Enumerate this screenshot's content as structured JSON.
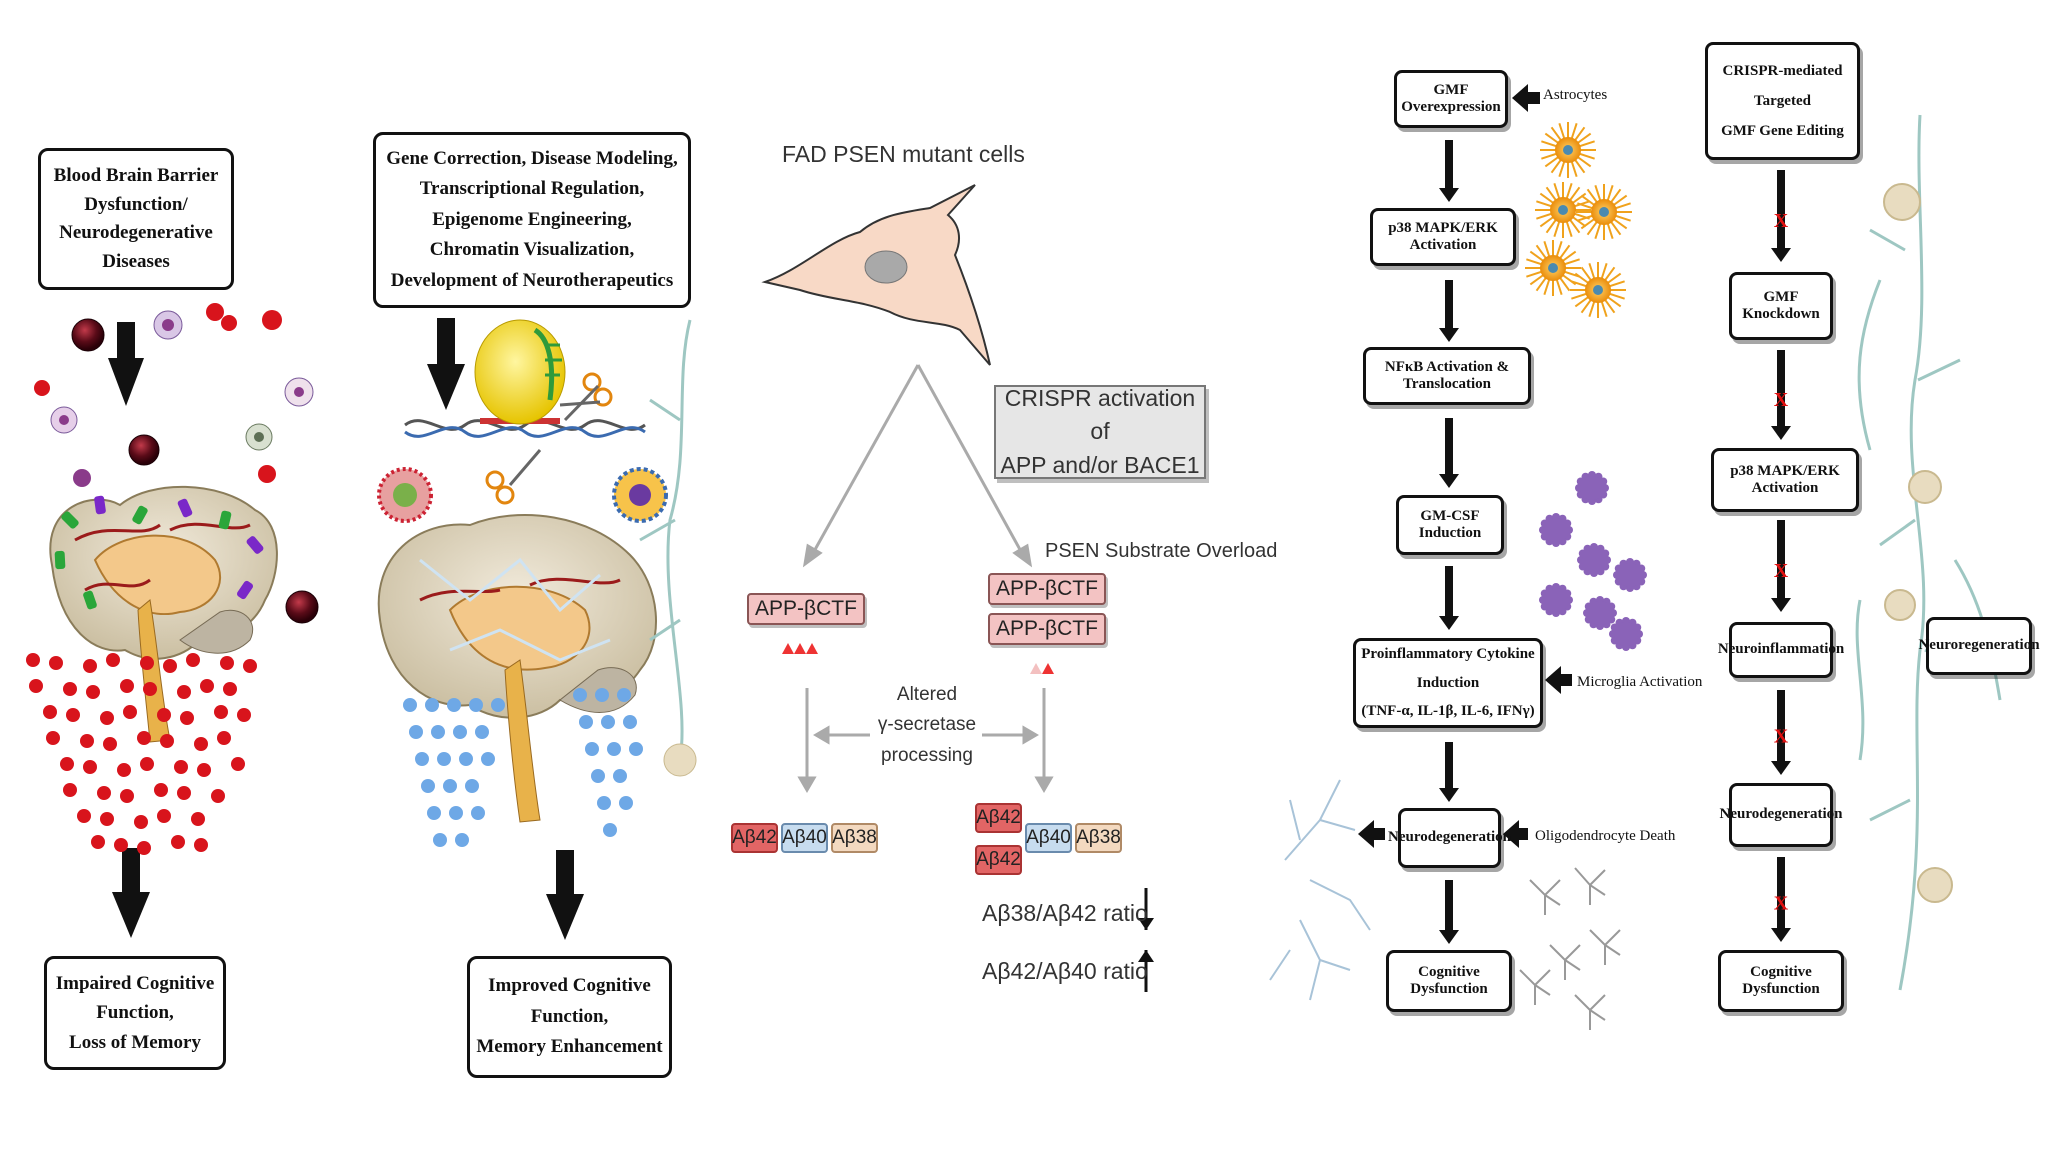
{
  "panel1": {
    "top_box": "Blood Brain Barrier\nDysfunction/\nNeurodegenerative\nDiseases",
    "bottom_box": "Impaired Cognitive\nFunction,\nLoss of Memory"
  },
  "panel2": {
    "top_box": "Gene Correction, Disease Modeling,\nTranscriptional Regulation,\nEpigenome Engineering,\nChromatin Visualization,\nDevelopment of Neurotherapeutics",
    "bottom_box": "Improved Cognitive\nFunction,\nMemory Enhancement"
  },
  "panel3": {
    "cell_label": "FAD PSEN mutant  cells",
    "crispr_box": "CRISPR activation of\nAPP and/or BACE1",
    "overload_label": "PSEN Substrate Overload",
    "left_ctf": "APP-βCTF",
    "right_ctf_1": "APP-βCTF",
    "right_ctf_2": "APP-βCTF",
    "processing_label": "Altered\nγ-secretase\nprocessing",
    "ab42": "Aβ42",
    "ab40": "Aβ40",
    "ab38": "Aβ38",
    "ratio_1": "Aβ38/Aβ42 ratio",
    "ratio_2": "Aβ42/Aβ40 ratio",
    "ratio_1_dir": "down",
    "ratio_2_dir": "up"
  },
  "panel4": {
    "steps": [
      "GMF Overexpression",
      "p38 MAPK/ERK Activation",
      "NFκB Activation & Translocation",
      "GM-CSF Induction",
      "Proinflammatory Cytokine Induction\n(TNF-α, IL-1β, IL-6, IFNγ)",
      "Neurodegeneration",
      "Cognitive Dysfunction"
    ],
    "astrocytes_label": "Astrocytes",
    "microglia_label": "Microglia Activation",
    "oligo_label": "Oligodendrocyte Death"
  },
  "panel5": {
    "steps": [
      "CRISPR-mediated Targeted\nGMF Gene Editing",
      "GMF Knockdown",
      "p38 MAPK/ERK Activation",
      "Neuroinflammation",
      "Neurodegeneration",
      "Cognitive Dysfunction"
    ],
    "block_mark": "X",
    "side_box": "Neuroregeneration"
  },
  "colors": {
    "arrow": "#111111",
    "rbc": "#d8141c",
    "vesicle": "#6ea8e6",
    "microglia": "#8a63b8",
    "astrocyte": "#f0a21c",
    "block_x": "#e01010",
    "brain": "#e8dfc9"
  }
}
